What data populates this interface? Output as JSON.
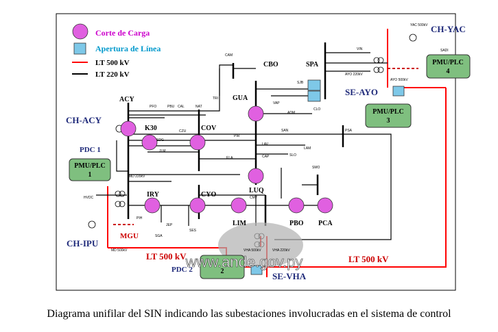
{
  "legend": {
    "load_cut": "Corte de Carga",
    "line_opening": "Apertura de Línea",
    "lt500": "LT 500 kV",
    "lt220": "LT 220 kV"
  },
  "colors": {
    "load_cut": "#e060e0",
    "line_opening": "#7ec8e8",
    "pmu_box": "#7fbf7f",
    "line500": "#ff0000",
    "line220": "#000000",
    "region_label": "#1f2a7a",
    "red_label": "#cc0000"
  },
  "stations": {
    "ch_yac": "CH-YAC",
    "ch_acy": "CH-ACY",
    "ch_ipu": "CH-IPU",
    "se_ayo": "SE-AYO",
    "se_vha": "SE-VHA",
    "pdc1": "PDC 1",
    "pdc2": "PDC 2",
    "mgu": "MGU",
    "lt500_left": "LT 500 kV",
    "lt500_right": "LT 500 kV"
  },
  "pmu": {
    "p1": {
      "name": "PMU/PLC",
      "num": "1"
    },
    "p2": {
      "num": "2"
    },
    "p3": {
      "name": "PMU/PLC",
      "num": "3"
    },
    "p4": {
      "name": "PMU/PLC",
      "num": "4"
    }
  },
  "nodes": {
    "acy": "ACY",
    "k30": "K30",
    "cov": "COV",
    "gua": "GUA",
    "cbo": "CBO",
    "spa": "SPA",
    "iry": "IRY",
    "cyo": "CYO",
    "luq": "LUQ",
    "lim": "LIM",
    "pbo": "PBO",
    "pca": "PCA"
  },
  "small_labels": {
    "cam": "CAM",
    "tri": "TRI",
    "pfo": "PFO",
    "pbu": "PBU",
    "cal": "CAL",
    "nat": "NAT",
    "czu": "CZU",
    "jlm": "JLM",
    "sdg": "SDG",
    "adm": "ADM",
    "clo": "CLO",
    "san": "SAN",
    "psa": "PSA",
    "pir": "PIR",
    "lav": "LAV",
    "ela": "ELA",
    "cap": "CAP",
    "slo": "SLO",
    "lam": "LAM",
    "smo": "SMO",
    "sjb": "SJB",
    "vap": "VAP",
    "vin": "VIN",
    "ayo220": "AYO 220kV",
    "ayo500": "AYO 500kV",
    "yac500": "YAC 500kV",
    "sadi": "SADI",
    "md220": "MD 220kV",
    "md500": "MD 500kV",
    "hvdc": "HVDC",
    "pih": "PIH",
    "jep": "JEP",
    "sga": "SGA",
    "ses": "SES",
    "cmy": "CMY",
    "vha500": "VHA 500kV",
    "vha220": "VHA 220kV"
  },
  "watermark": "www.ande.gov.py",
  "caption": "Diagrama unifilar del SIN indicando las subestaciones involucradas en el sistema de control"
}
